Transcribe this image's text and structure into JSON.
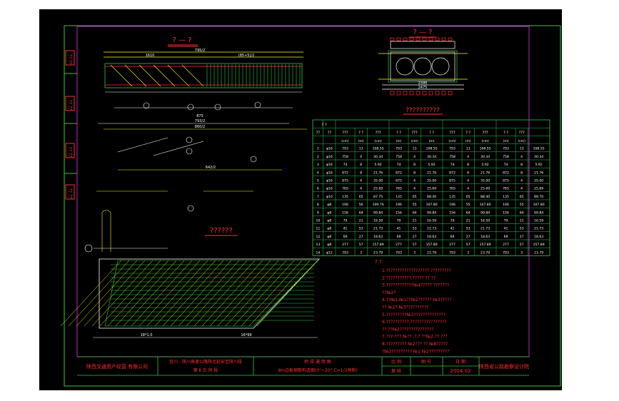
{
  "section_title_1": "? — ?",
  "section_title_2": "? — ?",
  "plan_title": "??????",
  "table_title": "??????????",
  "notes_title": "? ?:",
  "notes": [
    "1.??????????????????? ?????????",
    "2.???????????,?????  ??  ??",
    "3.????????????№4????? ???????",
    "  ??№2?",
    "4.??№1,№1??№2??????  №3?????",
    "  ?? №2?,№3??????????",
    "5.?????????№3??????????????",
    "6.??????????,????????????????",
    "  ?? ??№2???????????????",
    "7.???-???  №??  ,?,?  ??№2,??  ???",
    "8.?????????  №2???  ??  №8?????",
    "  ?№2?????????   №1 №2?????????"
  ],
  "table": {
    "header_groups": [
      "? ?",
      "",
      "",
      "",
      "",
      ""
    ],
    "sub_headers": [
      "??",
      "??",
      "???",
      "? ?",
      "???",
      "? ?",
      "???",
      "? ?",
      "???",
      "? ?",
      "???",
      "? ?",
      "???"
    ],
    "units": [
      "",
      "",
      "(cm)",
      "(m)",
      "(cm)",
      "(m)",
      "(cm)",
      "(m)",
      "(cm)",
      "(m)",
      "(cm)",
      "(m)",
      "(cm)"
    ],
    "rows": [
      [
        "1",
        "φ16",
        "793",
        "13",
        "108.55",
        "793",
        "13",
        "108.55",
        "793",
        "13",
        "108.55",
        "793",
        "13",
        "108.55"
      ],
      [
        "2",
        "φ16",
        "758",
        "4",
        "30.34",
        "758",
        "4",
        "30.34",
        "758",
        "4",
        "30.34",
        "758",
        "4",
        "30.34"
      ],
      [
        "3",
        "φ16",
        "74",
        "8",
        "5.92",
        "74",
        "8",
        "5.92",
        "74",
        "8",
        "5.92",
        "74",
        "8",
        "5.92"
      ],
      [
        "4",
        "φ16",
        "872",
        "8",
        "21.76",
        "872",
        "8",
        "21.76",
        "872",
        "8",
        "21.76",
        "872",
        "8",
        "21.76"
      ],
      [
        "5",
        "φ16",
        "875",
        "4",
        "35.00",
        "875",
        "4",
        "35.00",
        "875",
        "4",
        "35.00",
        "875",
        "4",
        "35.00"
      ],
      [
        "6",
        "φ16",
        "765",
        "4",
        "25.69",
        "765",
        "4",
        "25.69",
        "765",
        "4",
        "25.69",
        "765",
        "4",
        "25.69"
      ],
      [
        "7",
        "φ10",
        "135",
        "65",
        "87.75",
        "135",
        "65",
        "88.40",
        "135",
        "65",
        "88.40",
        "135",
        "65",
        "89.70"
      ],
      [
        "8",
        "φ8",
        "196",
        "56",
        "109.76",
        "196",
        "55",
        "107.80",
        "196",
        "55",
        "107.80",
        "196",
        "55",
        "107.80"
      ],
      [
        "9",
        "φ8",
        "156",
        "64",
        "99.84",
        "156",
        "64",
        "99.84",
        "156",
        "64",
        "99.84",
        "156",
        "64",
        "99.84"
      ],
      [
        "10",
        "φ8",
        "79",
        "21",
        "16.59",
        "79",
        "21",
        "16.59",
        "79",
        "21",
        "16.59",
        "79",
        "21",
        "16.59"
      ],
      [
        "11",
        "φ8",
        "41",
        "53",
        "21.73",
        "41",
        "53",
        "21.73",
        "41",
        "53",
        "21.73",
        "41",
        "53",
        "21.73"
      ],
      [
        "12",
        "φ8",
        "69",
        "27",
        "18.63",
        "69",
        "27",
        "18.63",
        "69",
        "27",
        "18.63",
        "69",
        "27",
        "18.63"
      ],
      [
        "13",
        "φ8",
        "277",
        "57",
        "157.89",
        "277",
        "57",
        "157.89",
        "277",
        "57",
        "157.89",
        "277",
        "57",
        "157.89"
      ],
      [
        "14",
        "φ12",
        "793",
        "3",
        "23.79",
        "793",
        "3",
        "23.79",
        "793",
        "3",
        "23.79",
        "793",
        "3",
        "23.79"
      ]
    ]
  },
  "side_labels": [
    "?? ??",
    "?? ??",
    "?? ??",
    "?? ??"
  ],
  "title_block": {
    "company": "陕西交通资产经营 有限公司",
    "project_line1": "宜川 - 陕川高速公路陕北延安至陕川段",
    "project_line2": "第 Ⅱ 合 同 段",
    "drawing_line1": "桥 梁 通 用 图",
    "drawing_line2": "8m边板钢筋构造图(0°~20°,C=1/2预制)",
    "design_label": "比 例",
    "check_label": "复 核",
    "number_label": "图 号",
    "date_label": "日 期",
    "date_value": "2004.02",
    "design_institute": "陕西省公路勘察设计院"
  },
  "dimension_labels": {
    "d1": "1610",
    "d2": "795/2",
    "d3": "(85+5)/2",
    "d4": "793/2",
    "d5": "875",
    "d6": "860/2",
    "d7": "642/2",
    "d8": "16*99",
    "d9": "18*1.0",
    "d10": "2395",
    "d11": "2475"
  }
}
